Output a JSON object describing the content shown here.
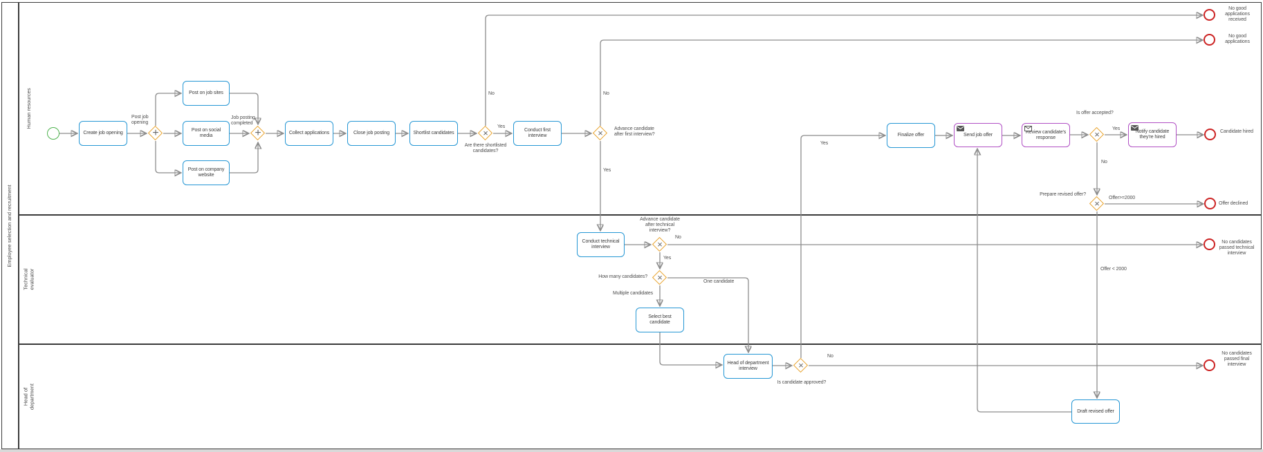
{
  "pool": {
    "title": "Employee selection and recruitment"
  },
  "lanes": [
    {
      "label": "Human resources"
    },
    {
      "label": "Technical evaluator"
    },
    {
      "label": "Head of department"
    }
  ],
  "nodes": {
    "create_job_opening": "Create job opening",
    "post_on_job_sites": "Post on job sites",
    "post_on_social_media": "Post on social media",
    "post_on_company_website": "Post on company website",
    "collect_applications": "Collect applications",
    "close_job_posting": "Close job posting",
    "shortlist_candidates": "Shortlist candidates",
    "conduct_first_interview": "Conduct first interview",
    "conduct_technical_interview": "Conduct technical interview",
    "select_best_candidate": "Select best candidate",
    "head_of_department_interview": "Head of department interview",
    "finalize_offer": "Finalize offer",
    "send_job_offer": "Send job offer",
    "review_candidates_response": "Review candidate's response",
    "notify_candidate_hired": "Notify candidate they're hired",
    "draft_revised_offer": "Draft revised offer"
  },
  "events": {
    "no_good_applications_received": "No good applications received",
    "no_good_applications": "No good applications",
    "no_candidates_technical": "No candidates passed technical interview",
    "no_candidates_final": "No candidates passed final interview",
    "candidate_hired": "Candidate hired",
    "offer_declined": "Offer declined"
  },
  "flow_labels": {
    "yes": "Yes",
    "no": "No",
    "post_job_opening": "Post job opening",
    "job_posting_completed": "Job posting completed",
    "are_there_shortlisted_candidates": "Are there shortlisted candidates?",
    "advance_after_first": "Advance candidate after first interview?",
    "advance_after_technical": "Advance candidate after technical interview?",
    "how_many_candidates": "How many candidates?",
    "multiple_candidates": "Multiple candidates",
    "one_candidate": "One candidate",
    "is_candidate_approved": "Is candidate approved?",
    "is_offer_accepted": "Is offer accepted?",
    "prepare_revised_offer": "Prepare revised offer?",
    "offer_gte_2000": "Offer>=2000",
    "offer_lt_2000": "Offer < 2000"
  },
  "colors": {
    "task_border": "#2496d4",
    "message_task_border": "#b04fc4",
    "gateway_border": "#e9a32d",
    "start_event": "#4eb34e",
    "end_event": "#cc2222",
    "flow": "#8c8c8c"
  }
}
